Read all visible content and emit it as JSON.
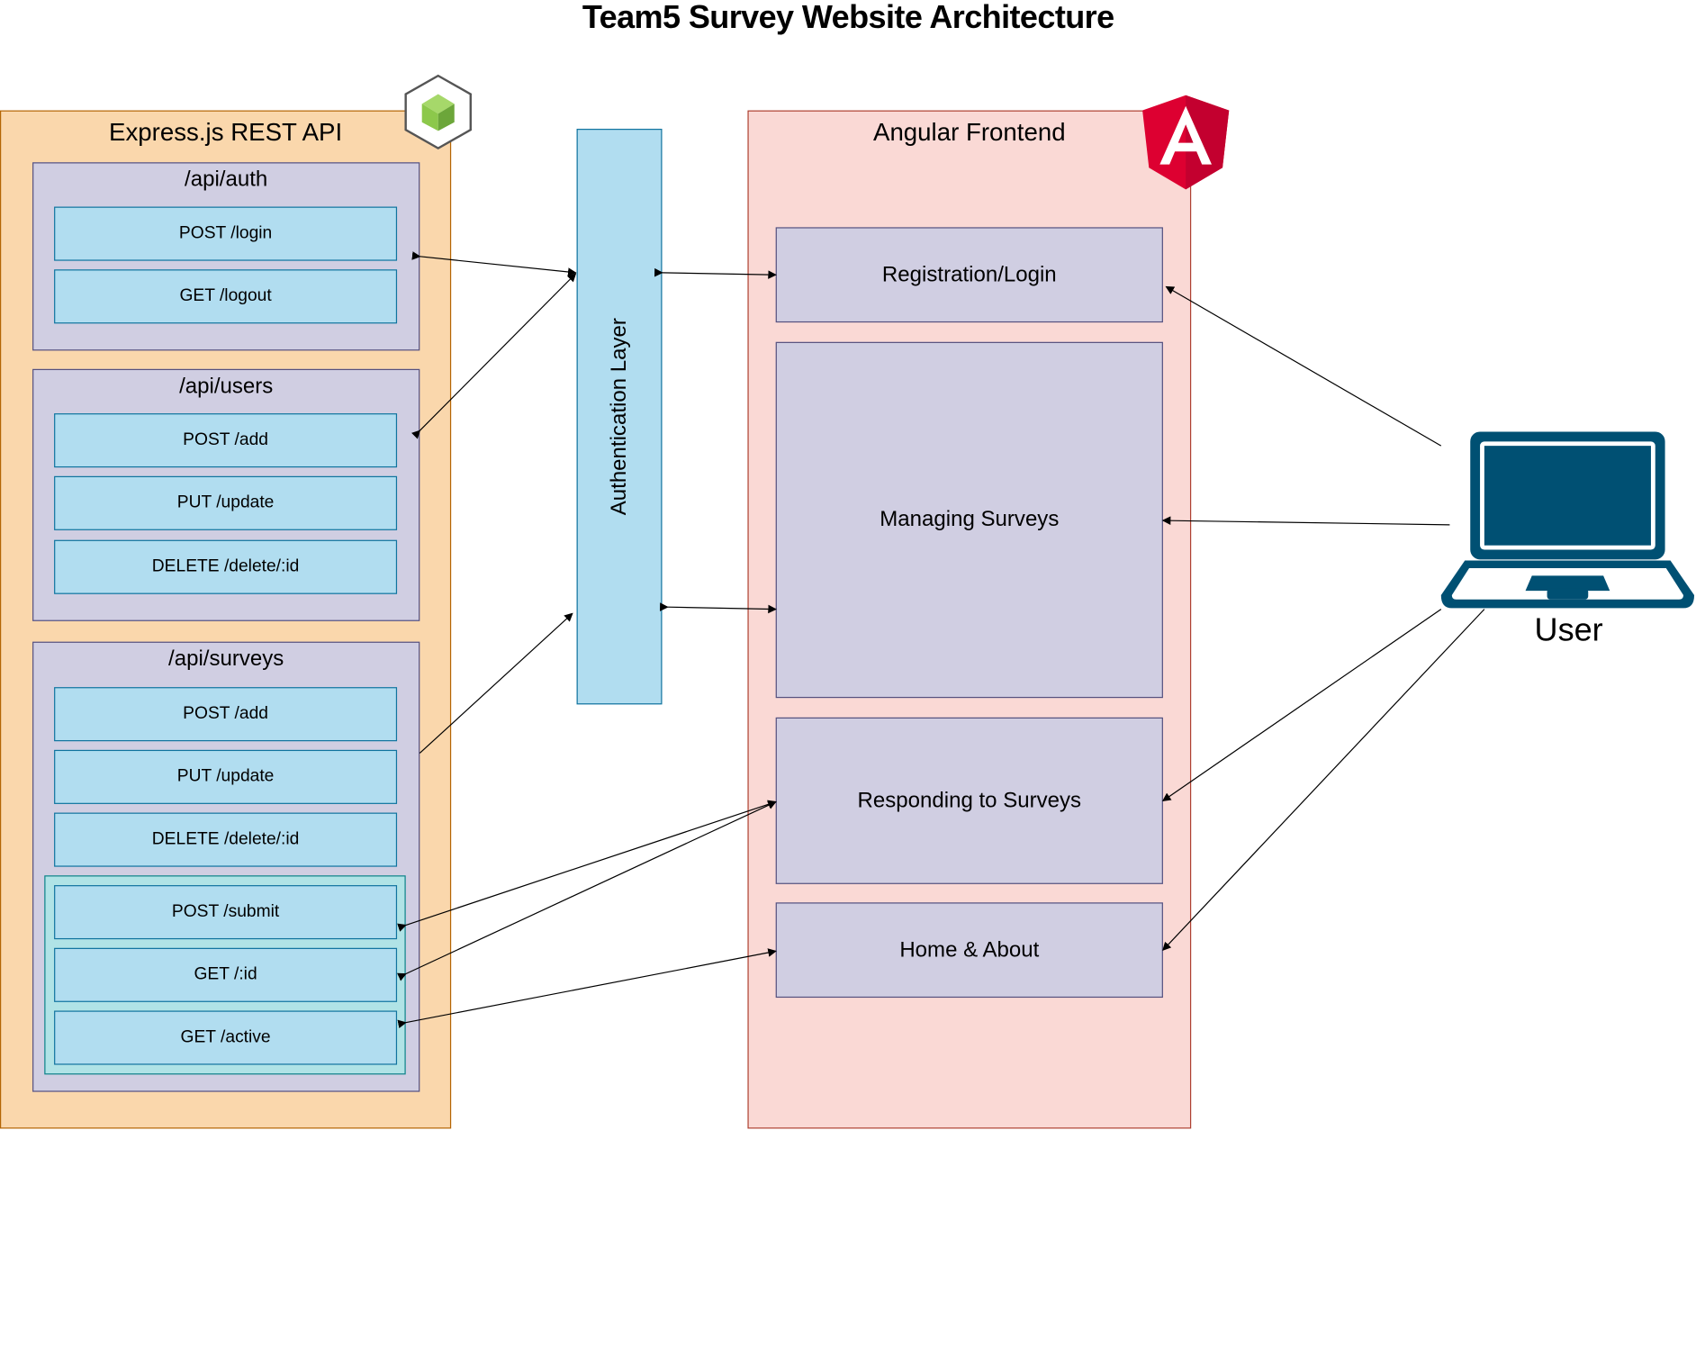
{
  "title": "Team5 Survey Website Architecture",
  "express": {
    "title": "Express.js REST API",
    "groups": [
      {
        "label": "/api/auth",
        "endpoints": [
          "POST /login",
          "GET /logout"
        ]
      },
      {
        "label": "/api/users",
        "endpoints": [
          "POST /add",
          "PUT /update",
          "DELETE /delete/:id"
        ]
      },
      {
        "label": "/api/surveys",
        "endpoints": [
          "POST /add",
          "PUT /update",
          "DELETE /delete/:id"
        ],
        "public_endpoints": [
          "POST /submit",
          "GET /:id",
          "GET /active"
        ]
      }
    ]
  },
  "auth_layer": {
    "label": "Authentication Layer"
  },
  "angular": {
    "title": "Angular Frontend",
    "components": [
      "Registration/Login",
      "Managing Surveys",
      "Responding to Surveys",
      "Home & About"
    ]
  },
  "user": {
    "label": "User"
  },
  "colors": {
    "express_panel": "#fad7ac",
    "angular_panel": "#fad9d5",
    "group": "#d0cee2",
    "endpoint": "#b1ddf0",
    "public_group": "#b0e3e6",
    "angular_logo": "#dd0031",
    "node_logo": "#8cc84b",
    "laptop": "#005073"
  },
  "icons": [
    "nodejs-icon",
    "angular-icon",
    "laptop-icon"
  ]
}
